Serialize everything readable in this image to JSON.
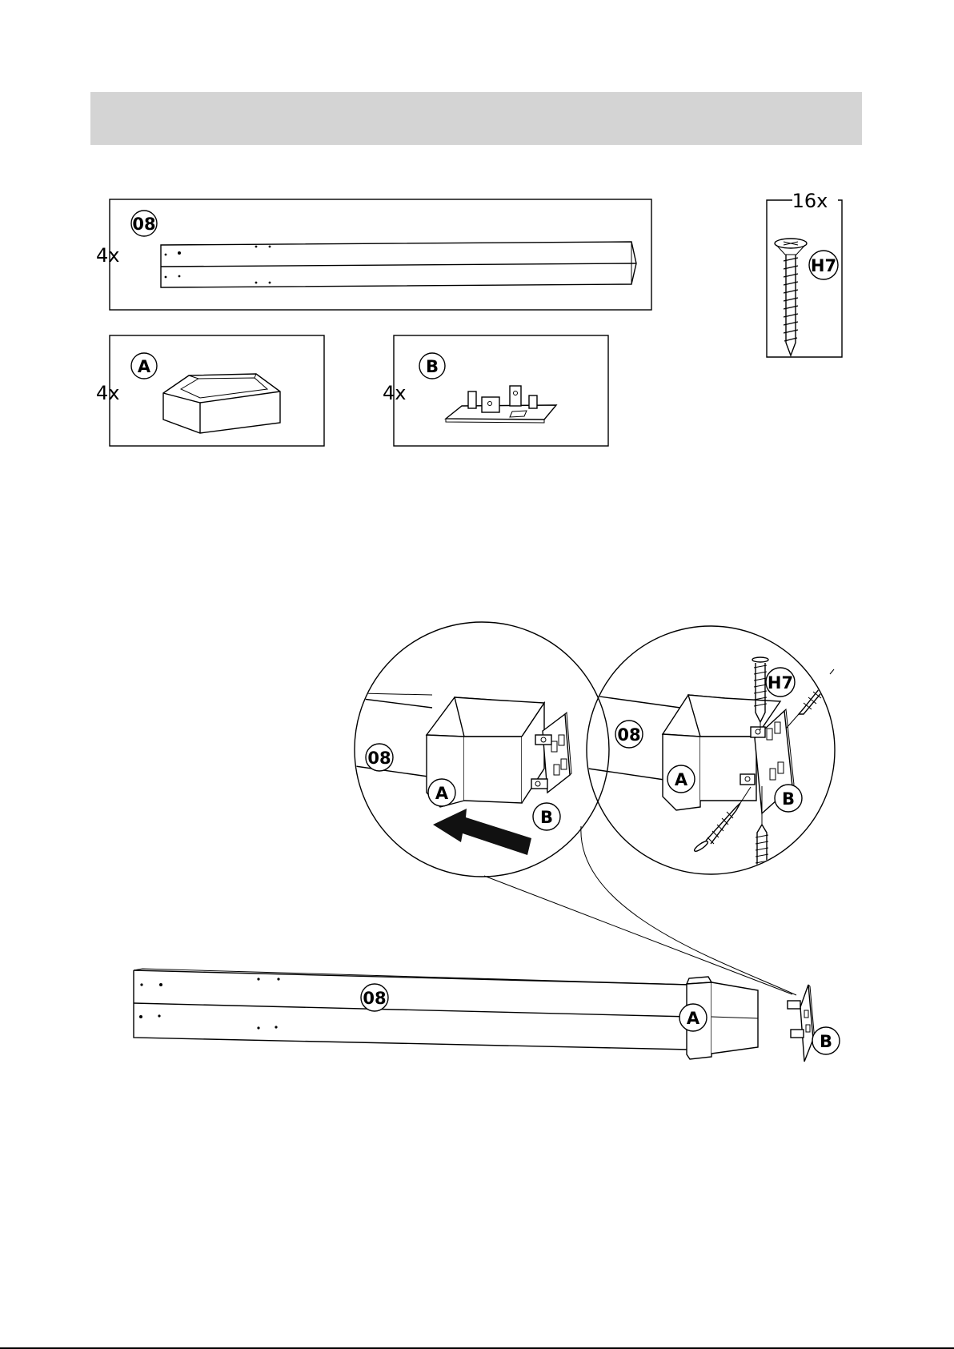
{
  "parts": {
    "part_08": {
      "id": "08",
      "qty": "4x"
    },
    "part_a": {
      "id": "A",
      "qty": "4x"
    },
    "part_b": {
      "id": "B",
      "qty": "4x"
    },
    "screw_h7": {
      "id": "H7",
      "qty": "16x"
    }
  },
  "detail_left": {
    "label_08": "08",
    "label_a": "A",
    "label_b": "B"
  },
  "detail_right": {
    "label_08": "08",
    "label_a": "A",
    "label_b": "B",
    "label_h7": "H7"
  },
  "main": {
    "label_08": "08",
    "label_a": "A",
    "label_b": "B"
  }
}
